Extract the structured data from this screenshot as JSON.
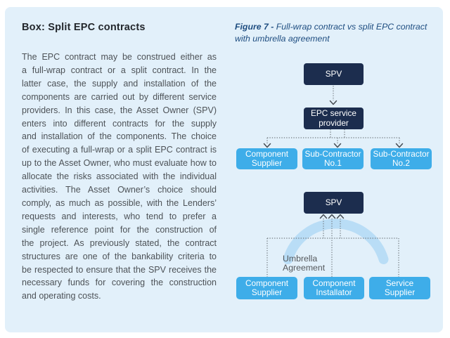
{
  "colors": {
    "card_bg": "#e2f0fa",
    "navy": "#1c2d4e",
    "blue": "#3eade9",
    "arc_blue": "#b9ddf6",
    "caption": "#1e4d80",
    "heading": "#23272c",
    "body_text": "#4d5257",
    "label_gray": "#54585c",
    "dotted_line": "#71787e",
    "arrowhead": "#454b52"
  },
  "box": {
    "title": "Box: Split EPC contracts",
    "lines": [
      "The EPC contract may be construed either as",
      "a full-wrap contract or a split contract. In the",
      "latter case, the supply and installation of the",
      "components are carried out by different service",
      "providers. In this case, the Asset Owner (SPV)",
      "enters into different contracts for the supply",
      "and installation of the components. The choice",
      "of executing a full-wrap or a split EPC contract is",
      "up to the Asset Owner, who must evaluate how to",
      "allocate the risks associated with the individual",
      "activities. The Asset Owner’s choice should",
      "comply, as much as possible, with the Lenders’",
      "requests and interests, who tend to prefer a",
      "single reference point for the construction of",
      "the project. As previously stated, the contract",
      "structures are one of the bankability criteria to",
      "be respected to ensure that the SPV receives the",
      "necessary funds for covering the construction",
      "and operating costs."
    ]
  },
  "figure": {
    "caption_label": "Figure 7 -",
    "caption_text": " Full-wrap contract vs split EPC contract with umbrella agreement"
  },
  "diagram_top": {
    "spv": "SPV",
    "epc": "EPC service\nprovider",
    "children": [
      "Component\nSupplier",
      "Sub-Contractor\nNo.1",
      "Sub-Contractor\nNo.2"
    ]
  },
  "diagram_bottom": {
    "spv": "SPV",
    "umbrella_label": "Umbrella\nAgreement",
    "children": [
      "Component\nSupplier",
      "Component\nInstallator",
      "Service\nSupplier"
    ]
  }
}
